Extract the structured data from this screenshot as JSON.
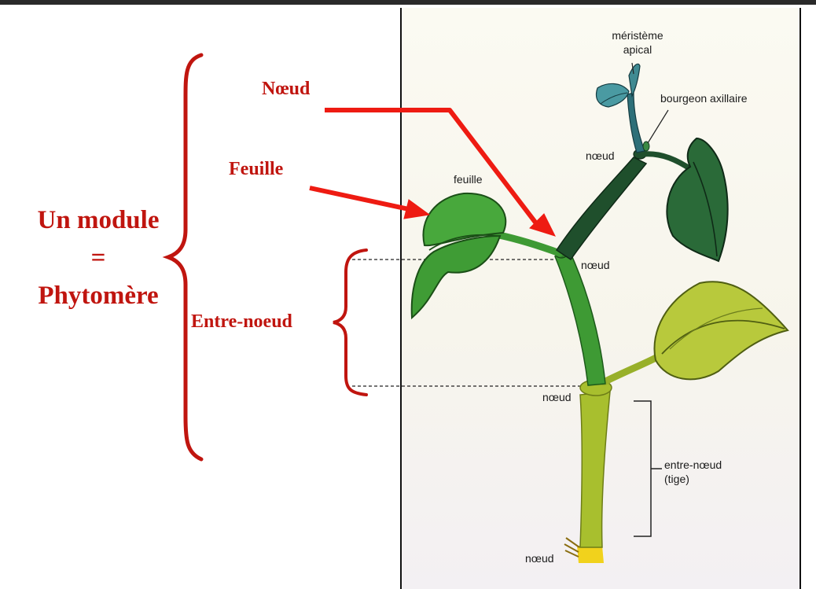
{
  "annotations": {
    "module_line1": "Un module",
    "module_line2": "=",
    "module_line3": "Phytomère",
    "noeud_title": "Nœud",
    "feuille_title": "Feuille",
    "entre_noeud_title": "Entre-noeud"
  },
  "figure_labels": {
    "meristeme_line1": "méristème",
    "meristeme_line2": "apical",
    "bourgeon": "bourgeon axillaire",
    "noeud_top": "nœud",
    "feuille": "feuille",
    "noeud_mid": "nœud",
    "noeud_lower": "nœud",
    "entre_noeud_line1": "entre-nœud",
    "entre_noeud_line2": "(tige)",
    "noeud_bottom": "nœud"
  },
  "colors": {
    "annotation_red": "#c0150f",
    "arrow_red": "#ee1b12",
    "light_stem": "#a8bf2e",
    "mid_stem": "#3e9a34",
    "dark_stem": "#1f4f2c",
    "root_yellow": "#f1d21c"
  }
}
